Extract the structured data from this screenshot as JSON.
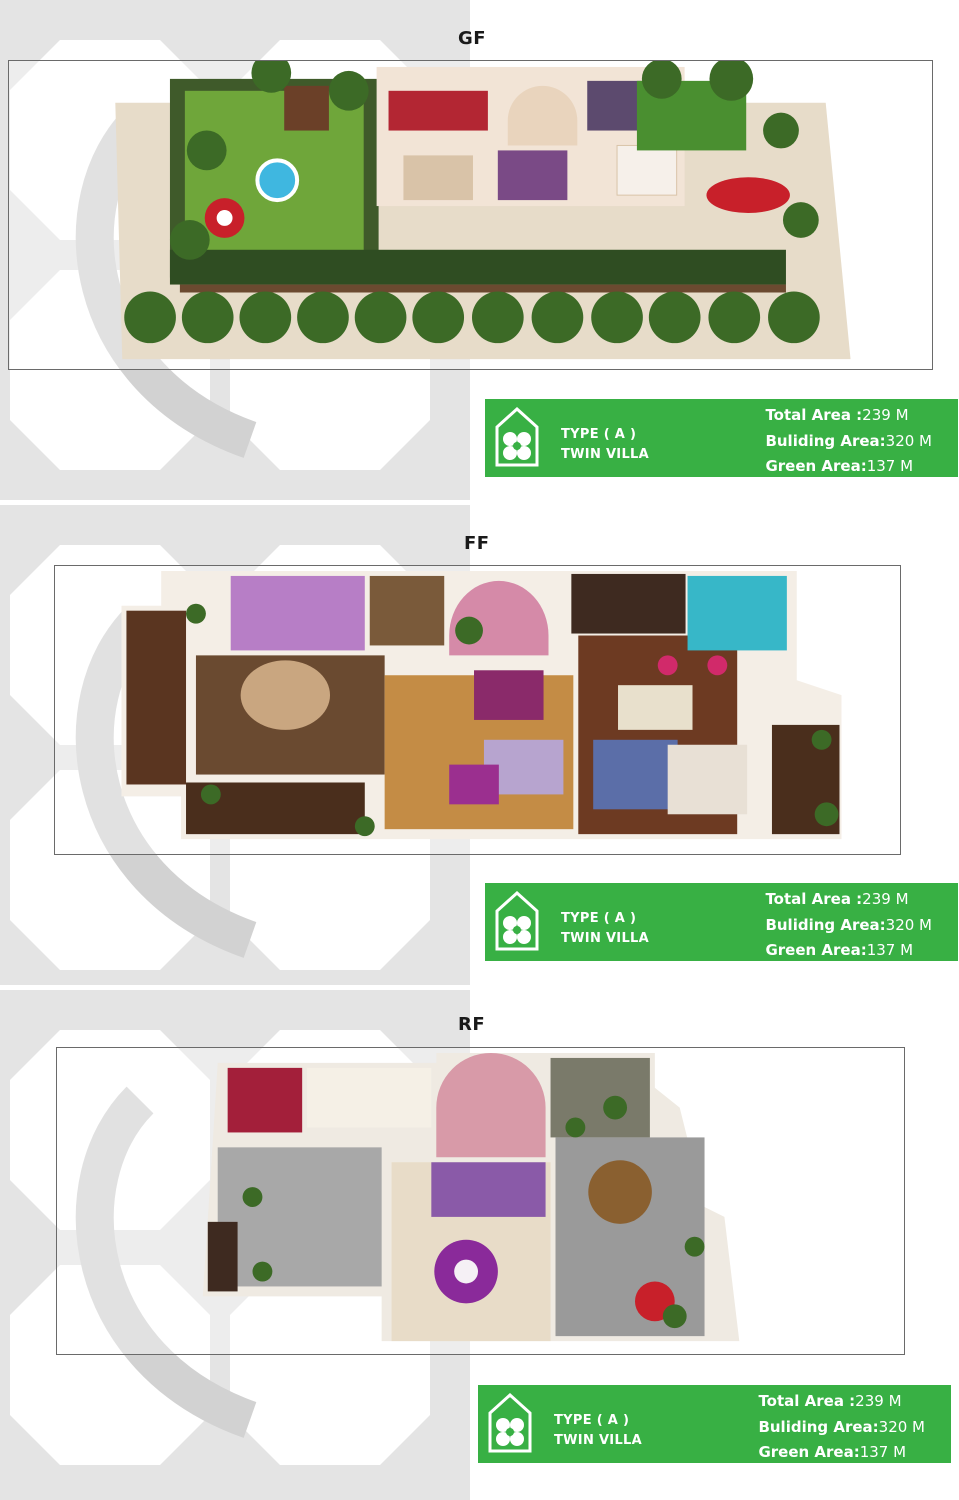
{
  "floors": [
    {
      "label": "GF",
      "type_line": "TYPE ( A )",
      "villa_line": "TWIN VILLA",
      "areas": [
        {
          "label": "Total Area :",
          "value": "239 M"
        },
        {
          "label": "Buliding Area:",
          "value": "320 M"
        },
        {
          "label": "Green Area:",
          "value": "137 M"
        }
      ]
    },
    {
      "label": "FF",
      "type_line": "TYPE ( A )",
      "villa_line": "TWIN VILLA",
      "areas": [
        {
          "label": "Total Area :",
          "value": "239 M"
        },
        {
          "label": "Buliding Area:",
          "value": "320 M"
        },
        {
          "label": "Green Area:",
          "value": "137 M"
        }
      ]
    },
    {
      "label": "RF",
      "type_line": "TYPE ( A )",
      "villa_line": "TWIN VILLA",
      "areas": [
        {
          "label": "Total Area :",
          "value": "239 M"
        },
        {
          "label": "Buliding Area:",
          "value": "320 M"
        },
        {
          "label": "Green Area:",
          "value": "137 M"
        }
      ]
    }
  ],
  "colors": {
    "accent_green": "#38b044",
    "background_pattern": "#e6e6e6",
    "frame_border": "#6a6a6a"
  }
}
